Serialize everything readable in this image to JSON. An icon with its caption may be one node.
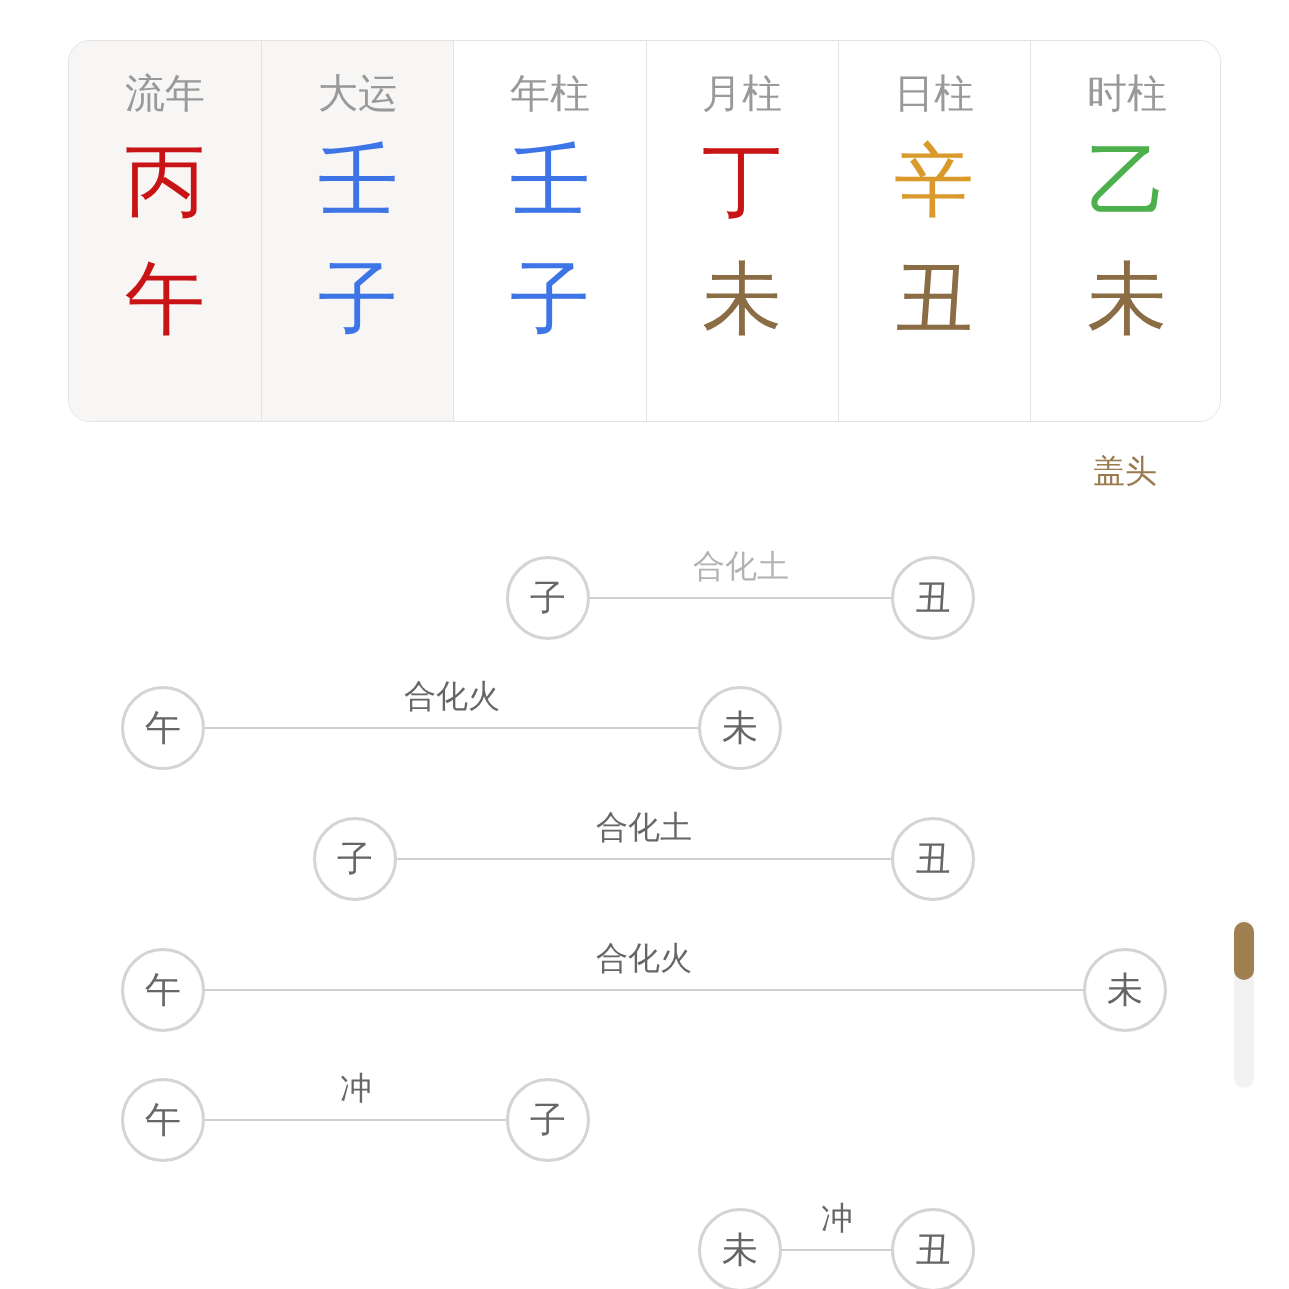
{
  "diagram": {
    "nodes": [
      {
        "text": [],
        "shape": "box"
      },
      {
        "text": [
          "流年",
          "丙",
          "午"
        ],
        "in": 0
      },
      {
        "text": [
          "大运",
          "壬",
          "子"
        ],
        "in": 0
      },
      {
        "text": [
          "年柱",
          "壬",
          "子"
        ],
        "in": 0
      },
      {
        "text": [
          "月柱",
          "丁",
          "未"
        ],
        "in": 0
      },
      {
        "text": [
          "日柱",
          "辛",
          "丑"
        ],
        "in": 0
      },
      {
        "text": [
          "时柱",
          "乙",
          "未"
        ],
        "in": 0
      },
      {
        "text": [
          "子"
        ]
      },
      {
        "text": [
          "丑"
        ]
      },
      {
        "text": [
          "午"
        ]
      },
      {
        "text": [
          "未"
        ]
      },
      {
        "text": [
          "子"
        ]
      },
      {
        "text": [
          "丑"
        ]
      },
      {
        "text": [
          "午"
        ]
      },
      {
        "text": [
          "未"
        ]
      },
      {
        "text": [
          "午"
        ]
      },
      {
        "text": [
          "子"
        ]
      },
      {
        "text": [
          "未"
        ]
      },
      {
        "text": [
          "丑"
        ]
      }
    ],
    "edges": [
      {
        "from": 7,
        "to": 8,
        "arrow": "none",
        "label": "合化土"
      },
      {
        "from": 9,
        "to": 10,
        "arrow": "none",
        "label": "合化火"
      },
      {
        "from": 11,
        "to": 12,
        "arrow": "none",
        "label": "合化土"
      },
      {
        "from": 13,
        "to": 14,
        "arrow": "none",
        "label": "合化火"
      },
      {
        "from": 15,
        "to": 16,
        "arrow": "none",
        "label": "冲"
      },
      {
        "from": 17,
        "to": 18,
        "arrow": "none",
        "label": "冲"
      }
    ],
    "labels": [
      "盖头"
    ]
  }
}
